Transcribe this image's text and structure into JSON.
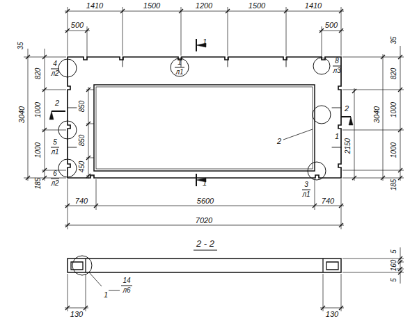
{
  "diagram": {
    "labels": [
      "1410",
      "1500",
      "1200",
      "1500",
      "1410",
      "500",
      "500",
      "35",
      "1",
      "л1",
      "1",
      "8",
      "л3",
      "4",
      "л2",
      "2",
      "5",
      "л1",
      "6",
      "л2",
      "2",
      "2",
      "1",
      "2150",
      "3",
      "л1",
      "1",
      "3040",
      "820",
      "1000",
      "1000",
      "185",
      "850",
      "850",
      "450",
      "740",
      "5600",
      "740",
      "7020",
      "3040",
      "35",
      "820",
      "1000",
      "1000",
      "185",
      "2 - 2",
      "1",
      "14",
      "л6",
      "130",
      "130",
      "5",
      "160",
      "5"
    ]
  }
}
